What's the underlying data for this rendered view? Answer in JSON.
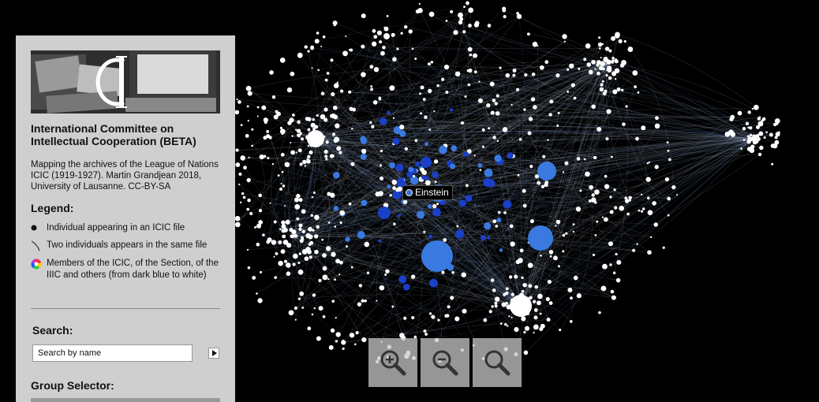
{
  "header": {
    "title": "International Committee on Intellectual Cooperation (BETA)",
    "description": "Mapping the archives of the League of Nations ICIC (1919-1927). Martin Grandjean 2018, University of Lausanne. CC-BY-SA",
    "logo_icon": "icic-logo"
  },
  "legend": {
    "heading": "Legend:",
    "items": [
      {
        "icon": "black-dot-icon",
        "label": "Individual appearing in an ICIC file"
      },
      {
        "icon": "edge-line-icon",
        "label": "Two individuals appears in the same file"
      },
      {
        "icon": "color-wheel-icon",
        "label": "Members of the ICIC, of the Section, of the IIIC and others (from dark blue to white)"
      }
    ]
  },
  "search": {
    "heading": "Search:",
    "placeholder": "Search by name"
  },
  "group_selector": {
    "heading": "Group Selector:"
  },
  "tooltip": {
    "label": "Einstein"
  },
  "zoom_controls": {
    "zoom_in_icon": "zoom-in-icon",
    "zoom_out_icon": "zoom-out-icon",
    "reset_icon": "magnifier-icon"
  },
  "colors": {
    "background": "#000000",
    "panel": "#cfcfcf",
    "node_white": "#ffffff",
    "node_blue": "#3a7ae0",
    "node_dark_blue": "#1a3fc8"
  }
}
